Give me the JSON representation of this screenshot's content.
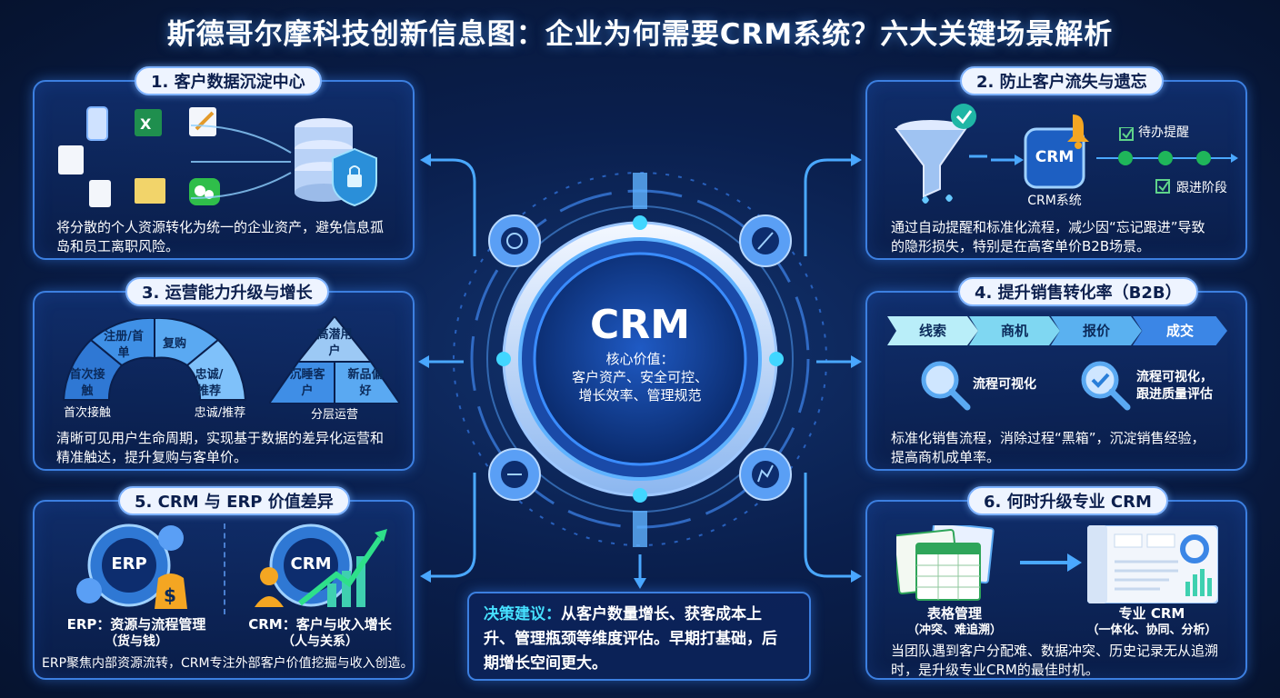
{
  "title": "斯德哥尔摩科技创新信息图：企业为何需要CRM系统？六大关键场景解析",
  "center": {
    "name": "CRM",
    "value_heading": "核心价值：",
    "value_line1": "客户资产、安全可控、",
    "value_line2": "增长效率、管理规范"
  },
  "panel1": {
    "heading": "1. 客户数据沉淀中心",
    "desc_line1": "将分散的个人资源转化为统一的企业资产，避免信息孤",
    "desc_line2": "岛和员工离职风险。"
  },
  "panel2": {
    "heading": "2. 防止客户流失与遗忘",
    "crm_badge": "CRM",
    "crm_caption": "CRM系统",
    "todo_label": "待办提醒",
    "followup_label": "跟进阶段",
    "desc_line1": "通过自动提醒和标准化流程，减少因“忘记跟进”导致",
    "desc_line2": "的隐形损失，特别是在高客单价B2B场景。"
  },
  "panel3": {
    "heading": "3. 运营能力升级与增长",
    "arc_labels": [
      "首次接触",
      "注册/首单",
      "复购",
      "忠诚/推荐"
    ],
    "arc_bottom_left": "首次接触",
    "arc_bottom_right": "忠诚/推荐",
    "pyramid_labels": [
      "高潜用户",
      "沉睡客户",
      "新品偏好"
    ],
    "pyramid_caption": "分层运营",
    "desc_line1": "清晰可见用户生命周期，实现基于数据的差异化运营和",
    "desc_line2": "精准触达，提升复购与客单价。"
  },
  "panel4": {
    "heading": "4. 提升销售转化率（B2B）",
    "stages": [
      "线索",
      "商机",
      "报价",
      "成交"
    ],
    "left_label": "流程可视化",
    "right_label_line1": "流程可视化，",
    "right_label_line2": "跟进质量评估",
    "desc_line1": "标准化销售流程，消除过程“黑箱”，沉淀销售经验，",
    "desc_line2": "提高商机成单率。"
  },
  "panel5": {
    "heading": "5. CRM 与 ERP 价值差异",
    "erp_badge": "ERP",
    "crm_badge": "CRM",
    "erp_title": "ERP：资源与流程管理",
    "erp_sub": "（货与钱）",
    "crm_title": "CRM：客户与收入增长",
    "crm_sub": "（人与关系）",
    "desc_line1": "ERP聚焦内部资源流转，CRM专注外部客户价值挖掘与收入创造。"
  },
  "panel6": {
    "heading": "6. 何时升级专业 CRM",
    "left_title": "表格管理",
    "left_sub": "（冲突、难追溯）",
    "right_title": "专业 CRM",
    "right_sub": "（一体化、协同、分析）",
    "desc_line1": "当团队遇到客户分配难、数据冲突、历史记录无从追溯",
    "desc_line2": "时，是升级专业CRM的最佳时机。"
  },
  "decision": {
    "label": "决策建议：",
    "line1_rest": "从客户数量增长、获客成本上",
    "line2": "升、管理瓶颈等维度评估。早期打基础，后",
    "line3": "期增长空间更大。"
  },
  "colors": {
    "background": "#0a1f4d",
    "panel_border": "#3c7fe0",
    "accent_cyan": "#46e0ff",
    "pill_bg": "#eef4ff"
  }
}
